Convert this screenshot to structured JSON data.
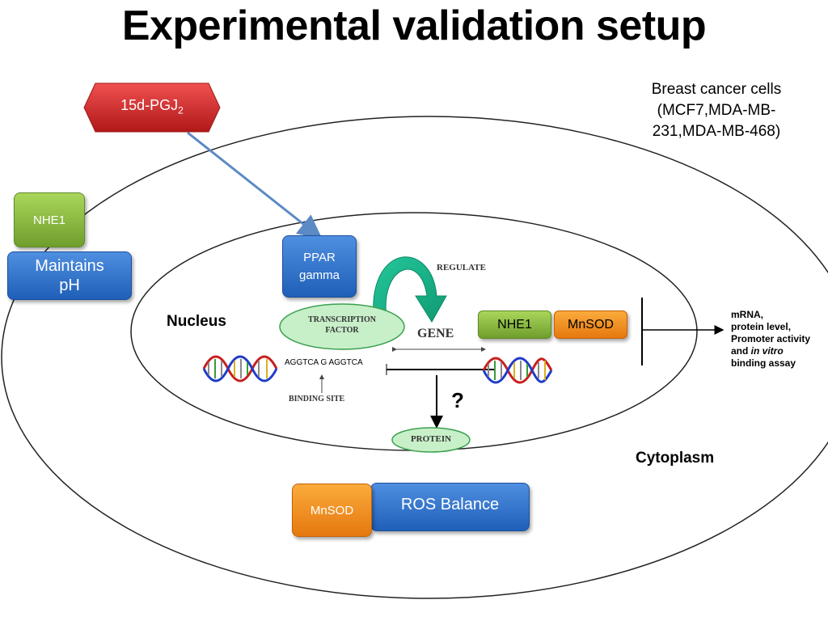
{
  "title": "Experimental validation setup",
  "cell_line_note": [
    "Breast cancer cells",
    "(MCF7,MDA-MB-",
    "231,MDA-MB-468)"
  ],
  "compound": {
    "text": "15d-PGJ",
    "subscript": "2"
  },
  "nhe1_membrane": "NHE1",
  "maintains_ph": [
    "Maintains",
    "pH"
  ],
  "ppar_gamma": [
    "PPAR",
    "gamma"
  ],
  "nucleus_label": "Nucleus",
  "cytoplasm_label": "Cytoplasm",
  "gene_figure": {
    "regulate": "REGULATE",
    "transcription_factor": [
      "TRANSCRIPTION",
      "FACTOR"
    ],
    "gene": "GENE",
    "sequence": "AGGTCA G AGGTCA",
    "binding_site": "BINDING SITE",
    "protein": "PROTEIN"
  },
  "target_genes": {
    "nhe1": "NHE1",
    "mnsod": "MnSOD"
  },
  "question_mark": "?",
  "readouts": {
    "line1": "mRNA,",
    "line2": "protein level,",
    "line3": "Promoter activity",
    "line4_prefix": "and ",
    "line4_italic": "in vitro",
    "line5": "binding assay"
  },
  "mnsod_bottom": "MnSOD",
  "ros_balance": "ROS Balance",
  "colors": {
    "green": "#8dc044",
    "blue": "#2e73cc",
    "orange": "#f0901e",
    "red": "#d22c2c",
    "teal": "#1bb28a",
    "connector": "#5b8ac4"
  }
}
